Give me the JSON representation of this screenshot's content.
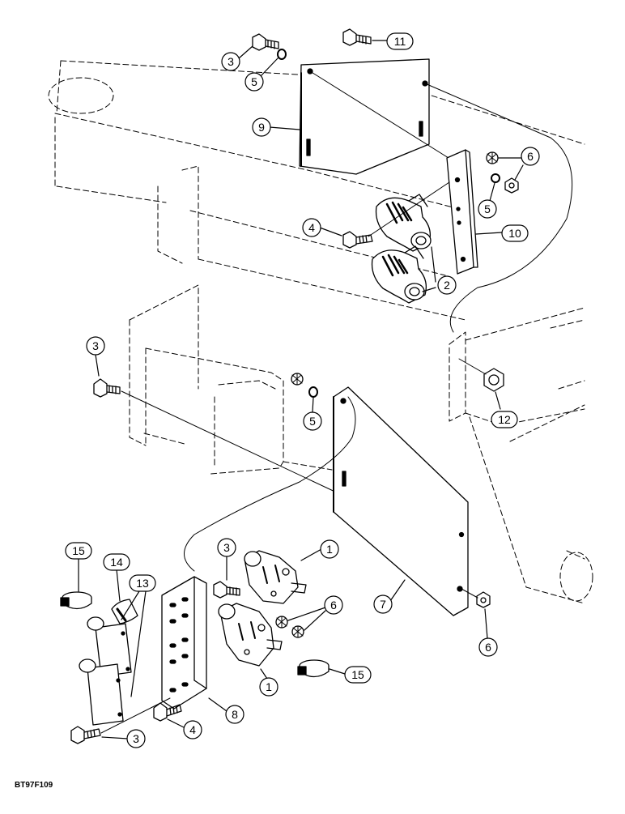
{
  "figure_id": "BT97F109",
  "callouts": [
    {
      "id": "c1",
      "label": "1"
    },
    {
      "id": "c2",
      "label": "1"
    },
    {
      "id": "c3",
      "label": "2"
    },
    {
      "id": "c4",
      "label": "3"
    },
    {
      "id": "c5",
      "label": "3"
    },
    {
      "id": "c6",
      "label": "3"
    },
    {
      "id": "c7",
      "label": "3"
    },
    {
      "id": "c8",
      "label": "4"
    },
    {
      "id": "c9",
      "label": "4"
    },
    {
      "id": "c10",
      "label": "5"
    },
    {
      "id": "c11",
      "label": "5"
    },
    {
      "id": "c12",
      "label": "5"
    },
    {
      "id": "c13",
      "label": "6"
    },
    {
      "id": "c14",
      "label": "6"
    },
    {
      "id": "c15",
      "label": "6"
    },
    {
      "id": "c16",
      "label": "7"
    },
    {
      "id": "c17",
      "label": "8"
    },
    {
      "id": "c18",
      "label": "9"
    },
    {
      "id": "c19",
      "label": "10"
    },
    {
      "id": "c20",
      "label": "11"
    },
    {
      "id": "c21",
      "label": "12"
    },
    {
      "id": "c22",
      "label": "13"
    },
    {
      "id": "c23",
      "label": "14"
    },
    {
      "id": "c24",
      "label": "15"
    },
    {
      "id": "c25",
      "label": "15"
    }
  ]
}
